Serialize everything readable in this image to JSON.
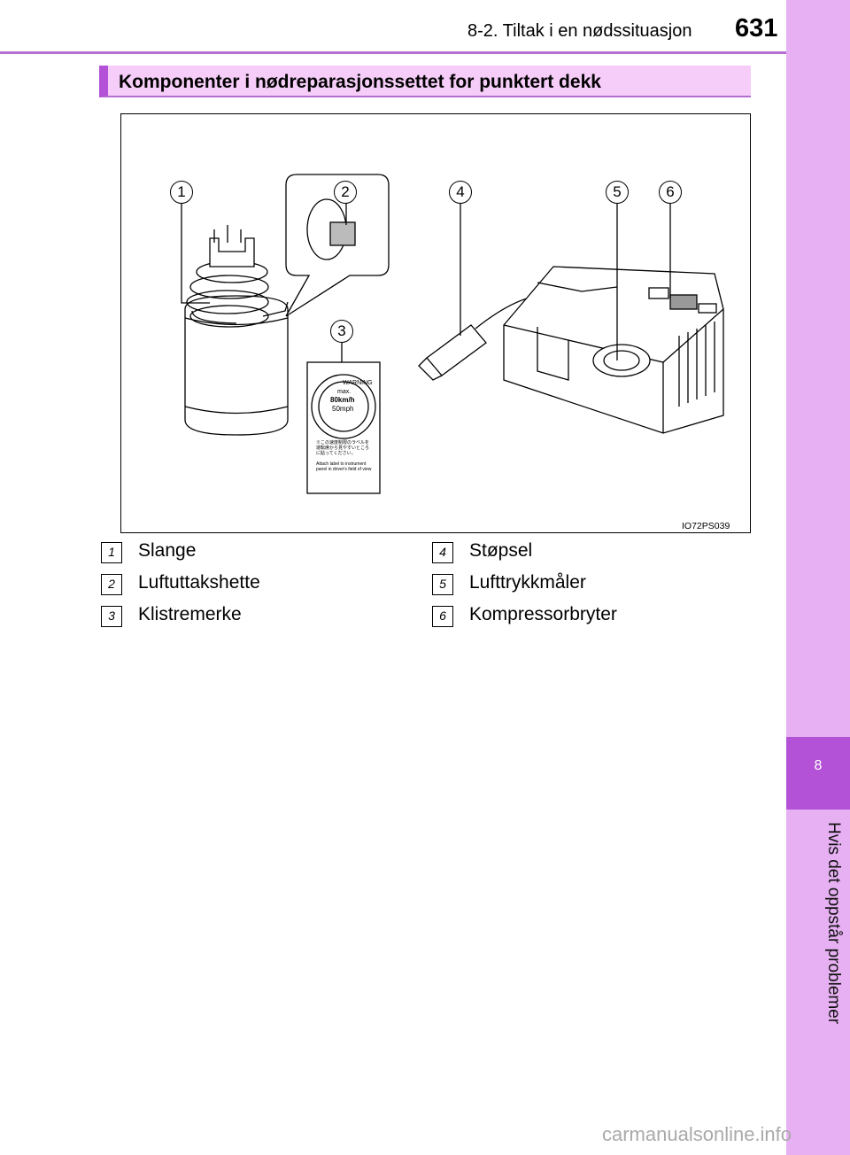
{
  "header": {
    "section": "8-2. Tiltak i en nødssituasjon",
    "page_number": "631"
  },
  "side_tab": {
    "chapter_number": "8",
    "chapter_title": "Hvis det oppstår problemer"
  },
  "section_title": "Komponenter i nødreparasjonssettet for punktert dekk",
  "figure": {
    "code": "IO72PS039",
    "callouts": [
      "1",
      "2",
      "3",
      "4",
      "5",
      "6"
    ],
    "label_sticker": {
      "warning": "WARNING",
      "max": "max.",
      "speed_kmh": "80km/h",
      "speed_mph": "50mph",
      "jp_note": "※この速度制限のラベルを運転席から見やすいところに貼ってください。",
      "en_note": "Attach label to instrument panel in driver's field of view"
    }
  },
  "legend": [
    {
      "num": "1",
      "label": "Slange"
    },
    {
      "num": "2",
      "label": "Luftuttakshette"
    },
    {
      "num": "3",
      "label": "Klistremerke"
    },
    {
      "num": "4",
      "label": "Støpsel"
    },
    {
      "num": "5",
      "label": "Lufttrykkmåler"
    },
    {
      "num": "6",
      "label": "Kompressorbryter"
    }
  ],
  "watermark": "carmanualsonline.info"
}
